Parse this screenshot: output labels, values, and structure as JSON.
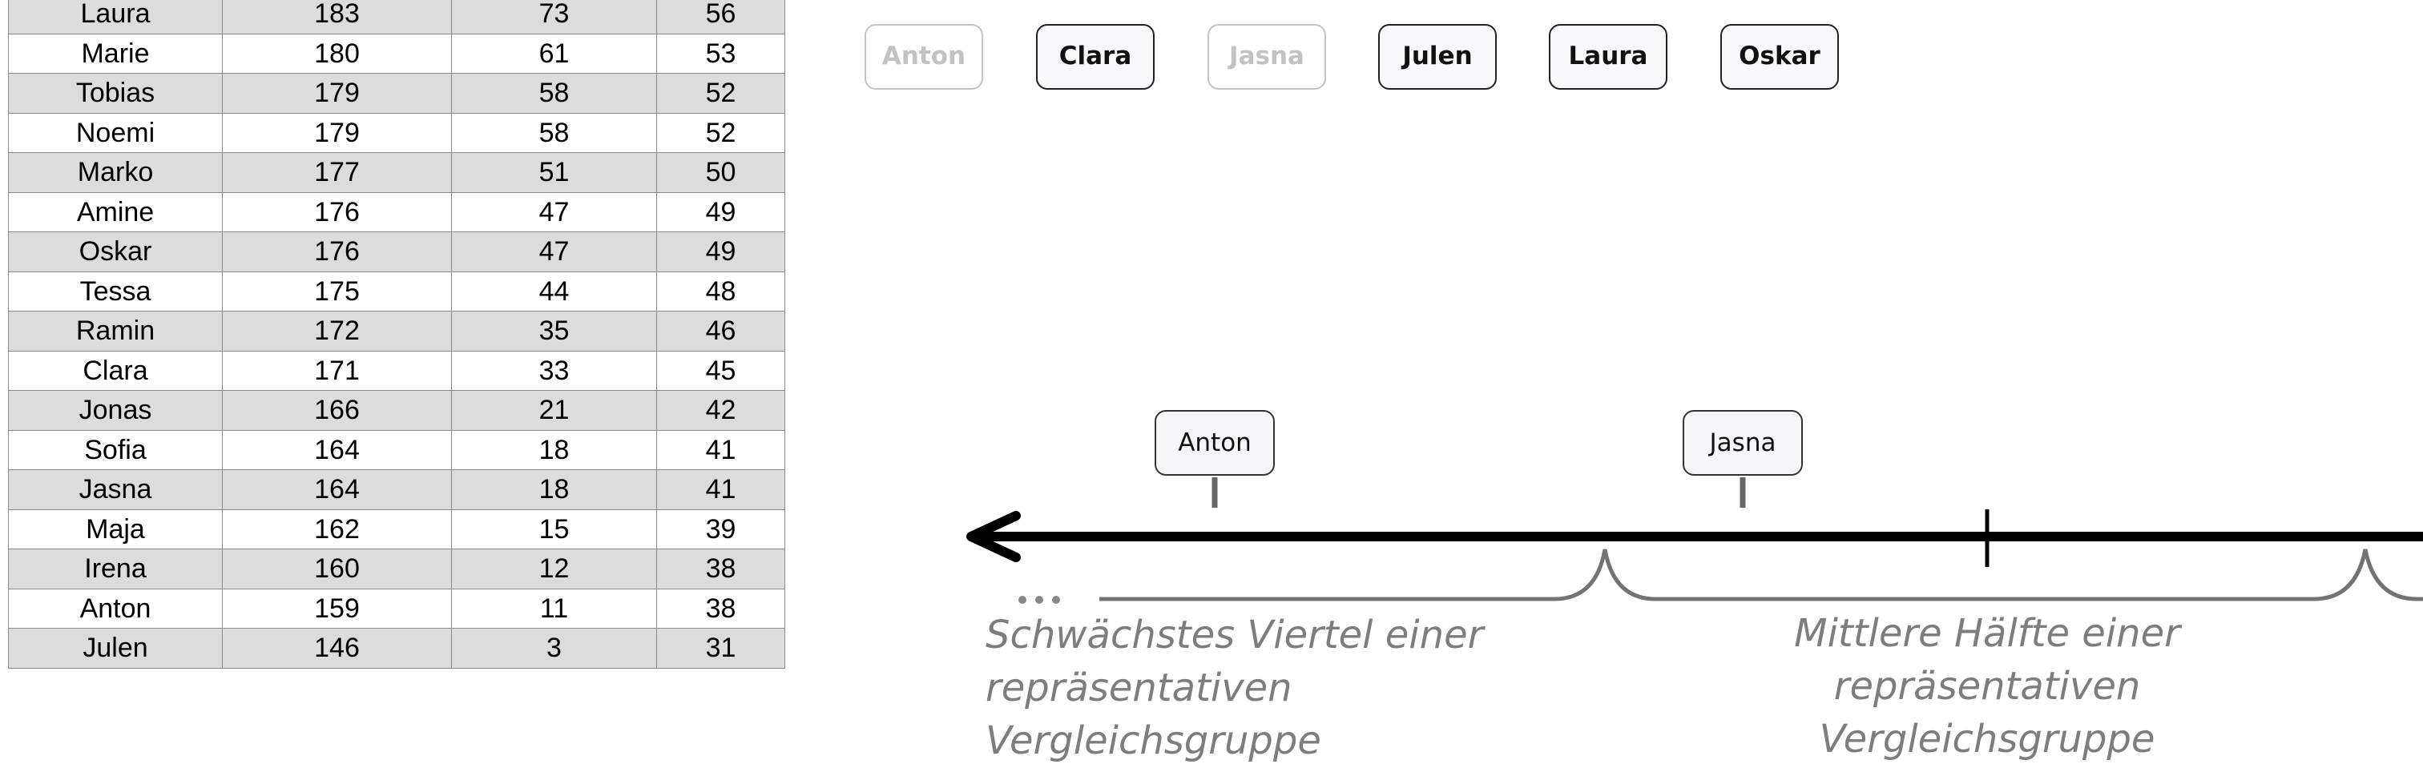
{
  "table": {
    "rows": [
      [
        "Laura",
        "183",
        "73",
        "56"
      ],
      [
        "Marie",
        "180",
        "61",
        "53"
      ],
      [
        "Tobias",
        "179",
        "58",
        "52"
      ],
      [
        "Noemi",
        "179",
        "58",
        "52"
      ],
      [
        "Marko",
        "177",
        "51",
        "50"
      ],
      [
        "Amine",
        "176",
        "47",
        "49"
      ],
      [
        "Oskar",
        "176",
        "47",
        "49"
      ],
      [
        "Tessa",
        "175",
        "44",
        "48"
      ],
      [
        "Ramin",
        "172",
        "35",
        "46"
      ],
      [
        "Clara",
        "171",
        "33",
        "45"
      ],
      [
        "Jonas",
        "166",
        "21",
        "42"
      ],
      [
        "Sofia",
        "164",
        "18",
        "41"
      ],
      [
        "Jasna",
        "164",
        "18",
        "41"
      ],
      [
        "Maja",
        "162",
        "15",
        "39"
      ],
      [
        "Irena",
        "160",
        "12",
        "38"
      ],
      [
        "Anton",
        "159",
        "11",
        "38"
      ],
      [
        "Julen",
        "146",
        "3",
        "31"
      ]
    ]
  },
  "chips": [
    {
      "label": "Anton",
      "state": "placed"
    },
    {
      "label": "Clara",
      "state": "available"
    },
    {
      "label": "Jasna",
      "state": "placed"
    },
    {
      "label": "Julen",
      "state": "available"
    },
    {
      "label": "Laura",
      "state": "available"
    },
    {
      "label": "Oskar",
      "state": "available"
    }
  ],
  "number_line": {
    "placed_markers": [
      {
        "label": "Anton"
      },
      {
        "label": "Jasna"
      }
    ],
    "ellipsis": "...",
    "captions": {
      "left": [
        "Schwächstes Viertel einer",
        "repräsentativen",
        "Vergleichsgruppe"
      ],
      "middle": [
        "Mittlere Hälfte einer",
        "repräsentativen",
        "Vergleichsgruppe"
      ]
    }
  },
  "colors": {
    "axis": "#000000",
    "bracket": "#737373",
    "caption": "#7d7d7d",
    "row_shade": "#dcdcdc",
    "chip_dim": "#c2c2c2"
  }
}
